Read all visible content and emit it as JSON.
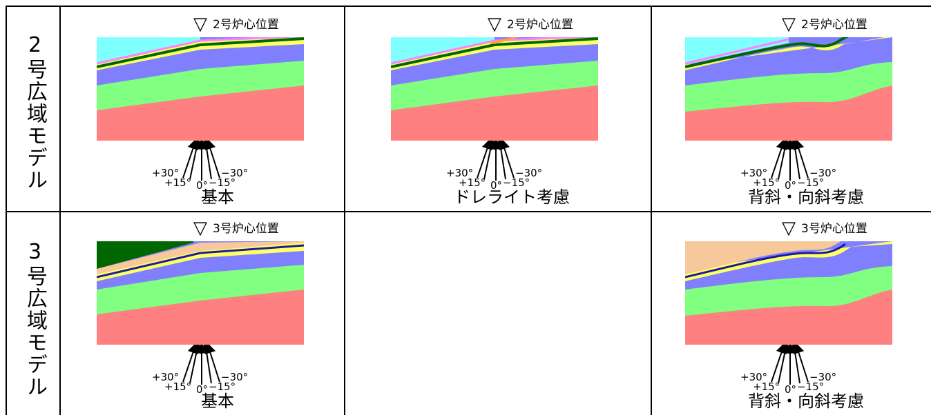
{
  "rows": [
    {
      "label": "2号広域モデル",
      "panels": [
        {
          "marker": "2号炉心位置",
          "caption": "基本",
          "variant": "basic-2",
          "visible": true
        },
        {
          "marker": "2号炉心位置",
          "caption": "ドレライト考慮",
          "variant": "dolerite-2",
          "visible": true
        },
        {
          "marker": "2号炉心位置",
          "caption": "背斜・向斜考慮",
          "variant": "fold-2",
          "visible": true
        }
      ]
    },
    {
      "label": "3号広域モデル",
      "panels": [
        {
          "marker": "3号炉心位置",
          "caption": "基本",
          "variant": "basic-3",
          "visible": true
        },
        {
          "marker": "",
          "caption": "",
          "variant": "",
          "visible": false
        },
        {
          "marker": "3号炉心位置",
          "caption": "背斜・向斜考慮",
          "variant": "fold-3",
          "visible": true
        }
      ]
    }
  ],
  "angles": {
    "p30": "+30°",
    "p15": "+15°",
    "zero": "0°",
    "m15": "−15°",
    "m30": "−30°"
  },
  "colors": {
    "sky": "#80ffff",
    "pink": "#ff80ff",
    "darkgreen": "#006600",
    "yellow": "#ffff66",
    "blue": "#8080ff",
    "green": "#80ff80",
    "red": "#ff8080",
    "orange": "#ffa040",
    "tan": "#f6c89a",
    "navy": "#1a1aa0"
  }
}
